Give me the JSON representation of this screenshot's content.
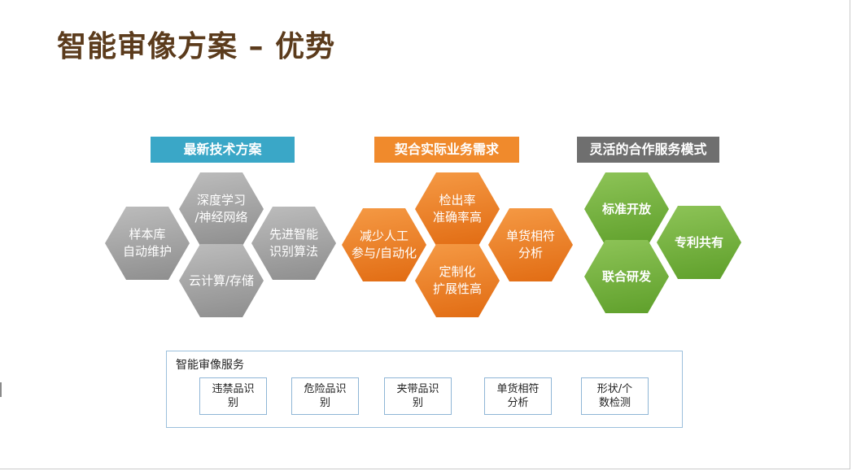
{
  "slide": {
    "title": "智能审像方案 – 优势"
  },
  "groups": [
    {
      "label": "最新技术方案",
      "color": "#3aa7c7",
      "items": [
        "深度学习\n/神经网络",
        "样本库\n自动维护",
        "先进智能\n识别算法",
        "云计算/存储"
      ]
    },
    {
      "label": "契合实际业务需求",
      "color": "#f08a2c",
      "items": [
        "检出率\n准确率高",
        "减少人工\n参与/自动化",
        "单货相符\n分析",
        "定制化\n扩展性高"
      ]
    },
    {
      "label": "灵活的合作服务模式",
      "color": "#6f6f6f",
      "items": [
        "标准开放",
        "专利共有",
        "联合研发"
      ]
    }
  ],
  "services": {
    "title": "智能审像服务",
    "items": [
      "违禁品识\n别",
      "危险品识\n别",
      "夹带品识\n别",
      "单货相符\n分析",
      "形状/个\n数检测"
    ]
  }
}
